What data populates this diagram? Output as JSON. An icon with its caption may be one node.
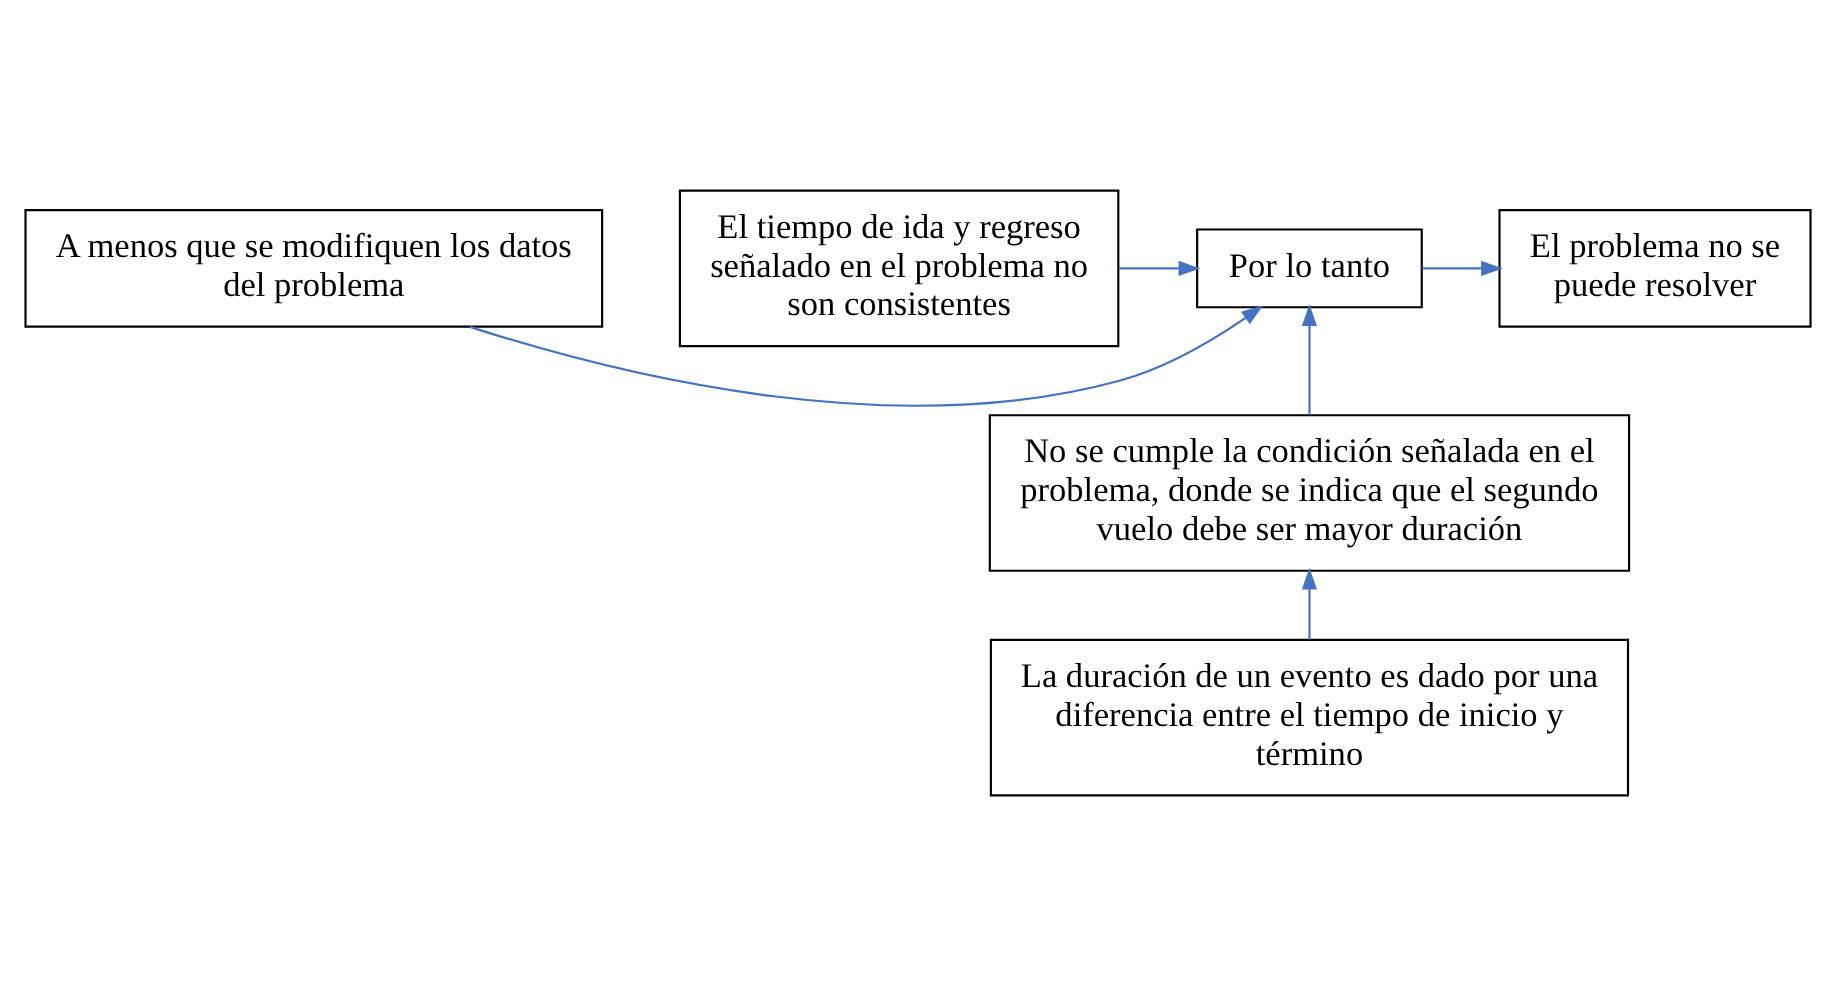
{
  "diagram": {
    "nodes": [
      {
        "text": [
          "A menos que se modifiquen los datos del problema"
        ]
      },
      {
        "text": [
          "El tiempo de ida y regreso señalado en el problema no son consistentes"
        ]
      },
      {
        "text": [
          "Por lo tanto"
        ]
      },
      {
        "text": [
          "El problema no se puede resolver"
        ]
      },
      {
        "text": [
          "No se cumple la condición señalada en el problema, donde se indica que el segundo vuelo debe ser mayor duración"
        ]
      },
      {
        "text": [
          "La duración de un evento es dado por una diferencia entre el tiempo de inicio y término"
        ]
      }
    ],
    "edges": [
      {
        "from": 0,
        "to": 2,
        "arrow": "to"
      },
      {
        "from": 1,
        "to": 2,
        "arrow": "to"
      },
      {
        "from": 4,
        "to": 2,
        "arrow": "to"
      },
      {
        "from": 2,
        "to": 3,
        "arrow": "to"
      },
      {
        "from": 5,
        "to": 4,
        "arrow": "to"
      }
    ]
  }
}
